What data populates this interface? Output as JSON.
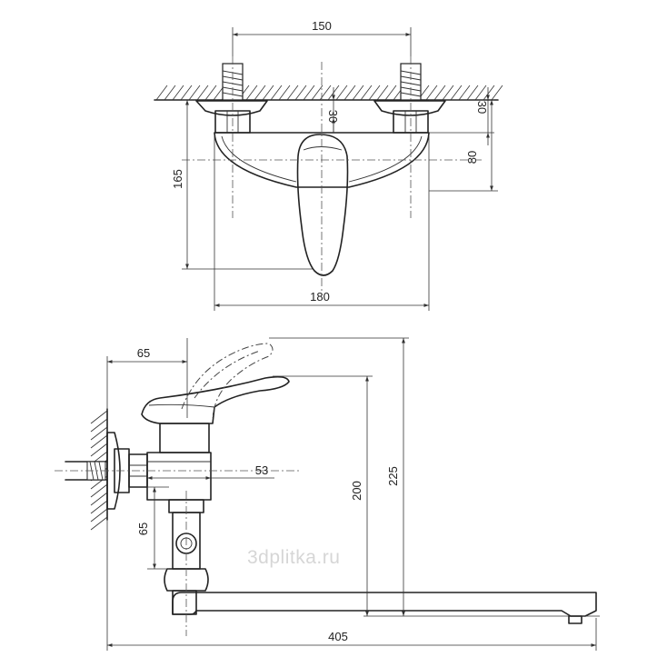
{
  "top_view": {
    "dim_inlet_spacing": "150",
    "dim_connector_depth_left": "30",
    "dim_connector_depth_right": "30",
    "dim_height_165": "165",
    "dim_height_80": "80",
    "dim_width_180": "180"
  },
  "side_view": {
    "dim_wall_offset": "65",
    "dim_body_depth": "53",
    "dim_spout_drop": "65",
    "dim_height_200": "200",
    "dim_height_225": "225",
    "dim_spout_reach": "405"
  },
  "watermark": "3dplitka.ru"
}
